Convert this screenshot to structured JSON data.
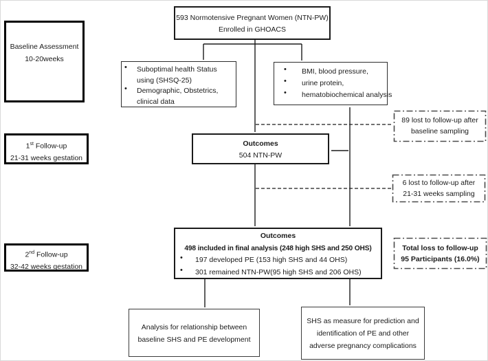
{
  "diagram": {
    "bullet": "•",
    "top_box": {
      "line1": "593 Normotensive Pregnant Women (NTN-PW)",
      "line2": "Enrolled in GHOACS"
    },
    "stage_boxes": {
      "baseline": {
        "line1": "Baseline Assessment",
        "line2": "10-20weeks"
      },
      "followup1": {
        "num": "1",
        "ord": "st",
        "label": " Follow-up",
        "line2": "21-31 weeks gestation"
      },
      "followup2": {
        "num": "2",
        "ord": "nd",
        "label": " Follow-up",
        "line2": "32-42 weeks gestation"
      }
    },
    "baseline_assessment_left": {
      "items": [
        {
          "l1": "Suboptimal health Status",
          "l2": "using (SHSQ-25)"
        },
        {
          "l1": "Demographic, Obstetrics,",
          "l2": "clinical data"
        }
      ]
    },
    "baseline_assessment_right": {
      "items": [
        "BMI, blood pressure,",
        "urine protein,",
        "hematobiochemical analysis"
      ]
    },
    "outcomes_first": {
      "title": "Outcomes",
      "line2": "504 NTN-PW"
    },
    "outcomes_final": {
      "title": "Outcomes",
      "subtitle": "498  included in final analysis (248 high SHS and 250 OHS)",
      "items": [
        "197 developed PE (153 high SHS and 44 OHS)",
        "301 remained  NTN-PW(95 high SHS and 206 OHS)"
      ]
    },
    "loss_boxes": {
      "after_baseline": {
        "line1": "89 lost to follow-up after",
        "line2": "baseline sampling"
      },
      "after_followup1": {
        "line1": "6 lost to follow-up after",
        "line2": "21-31 weeks sampling"
      },
      "total": {
        "line1": "Total loss to follow-up",
        "line2": "95 Participants (16.0%)"
      }
    },
    "final_boxes": {
      "analysis": {
        "line1": "Analysis for relationship between",
        "line2": "baseline SHS and PE development"
      },
      "prediction": {
        "line1": "SHS as measure for prediction and",
        "line2": "identification of PE and other",
        "line3": "adverse pregnancy complications"
      }
    },
    "colors": {
      "line": "#1a1a1a",
      "border_thick": "#000000",
      "dashed_border": "#4a4a4a",
      "background": "#ffffff"
    }
  }
}
